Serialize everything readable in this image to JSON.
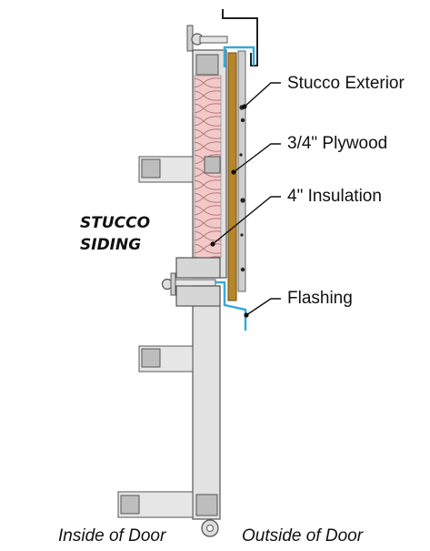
{
  "callouts": {
    "stucco_exterior": "Stucco Exterior",
    "plywood": "3/4\" Plywood",
    "insulation": "4\" Insulation",
    "flashing": "Flashing"
  },
  "title": {
    "line1": "STUCCO",
    "line2": "SIDING"
  },
  "footer": {
    "inside": "Inside of Door",
    "outside": "Outside of Door"
  },
  "colors": {
    "insulation_fill": "#f2c9c8",
    "plywood": "#b8862a",
    "flashing": "#3aa8d8",
    "frame_fill": "#e2e2e2",
    "frame_stroke": "#555555",
    "stucco": "#cfcfcf"
  }
}
